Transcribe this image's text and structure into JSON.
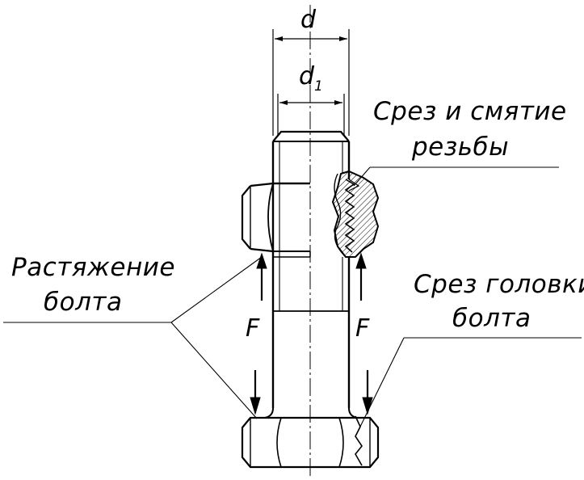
{
  "dimensions": {
    "outer_diameter": "d",
    "inner_diameter_letter": "d",
    "inner_diameter_subscript": "1"
  },
  "labels": {
    "thread_failure_line1": "Срез и смятие",
    "thread_failure_line2": "резьбы",
    "tension_line1": "Растяжение",
    "tension_line2": "болта",
    "head_shear_line1": "Срез головки",
    "head_shear_line2": "болта",
    "force_left": "F",
    "force_right": "F"
  },
  "colors": {
    "line": "#000000",
    "background": "#ffffff"
  }
}
